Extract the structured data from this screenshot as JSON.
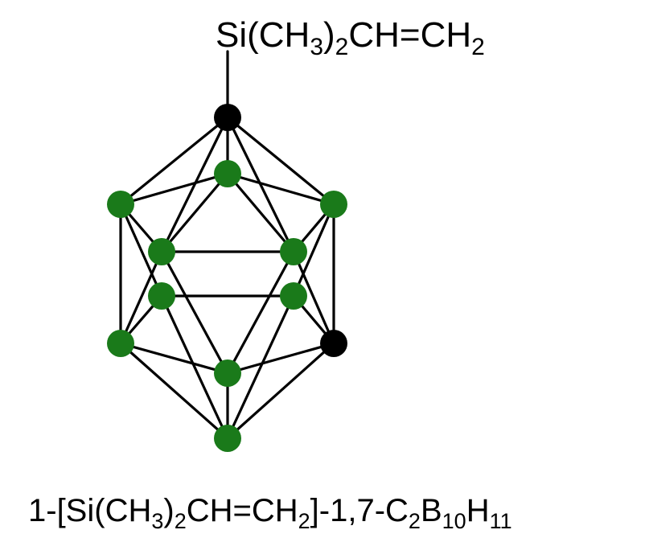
{
  "substituent_label": {
    "prefix": "Si(CH",
    "sub1": "3",
    "close": ")",
    "sub2": "2",
    "tail": "CH=CH",
    "sub3": "2"
  },
  "compound_name": {
    "part1": "1-[Si(CH",
    "sub1": "3",
    "part2": ")",
    "sub2": "2",
    "part3": "CH=CH",
    "sub3": "2",
    "part4": "]-1,7-C",
    "sub4": "2",
    "part5": "B",
    "sub5": "10",
    "part6": "H",
    "sub6": "11"
  },
  "colors": {
    "carbon_vertex": "#000000",
    "boron_vertex": "#1a7a1a",
    "bond": "#000000"
  },
  "atoms": [
    {
      "id": "C1",
      "element": "carbon"
    },
    {
      "id": "Bt",
      "element": "boron"
    },
    {
      "id": "Bl",
      "element": "boron"
    },
    {
      "id": "Br",
      "element": "boron"
    },
    {
      "id": "Bmli",
      "element": "boron"
    },
    {
      "id": "Bmri",
      "element": "boron"
    },
    {
      "id": "Bml",
      "element": "boron"
    },
    {
      "id": "Bmr",
      "element": "boron"
    },
    {
      "id": "Bll",
      "element": "boron"
    },
    {
      "id": "C7",
      "element": "carbon"
    },
    {
      "id": "Bbm",
      "element": "boron"
    },
    {
      "id": "Bb",
      "element": "boron"
    }
  ]
}
